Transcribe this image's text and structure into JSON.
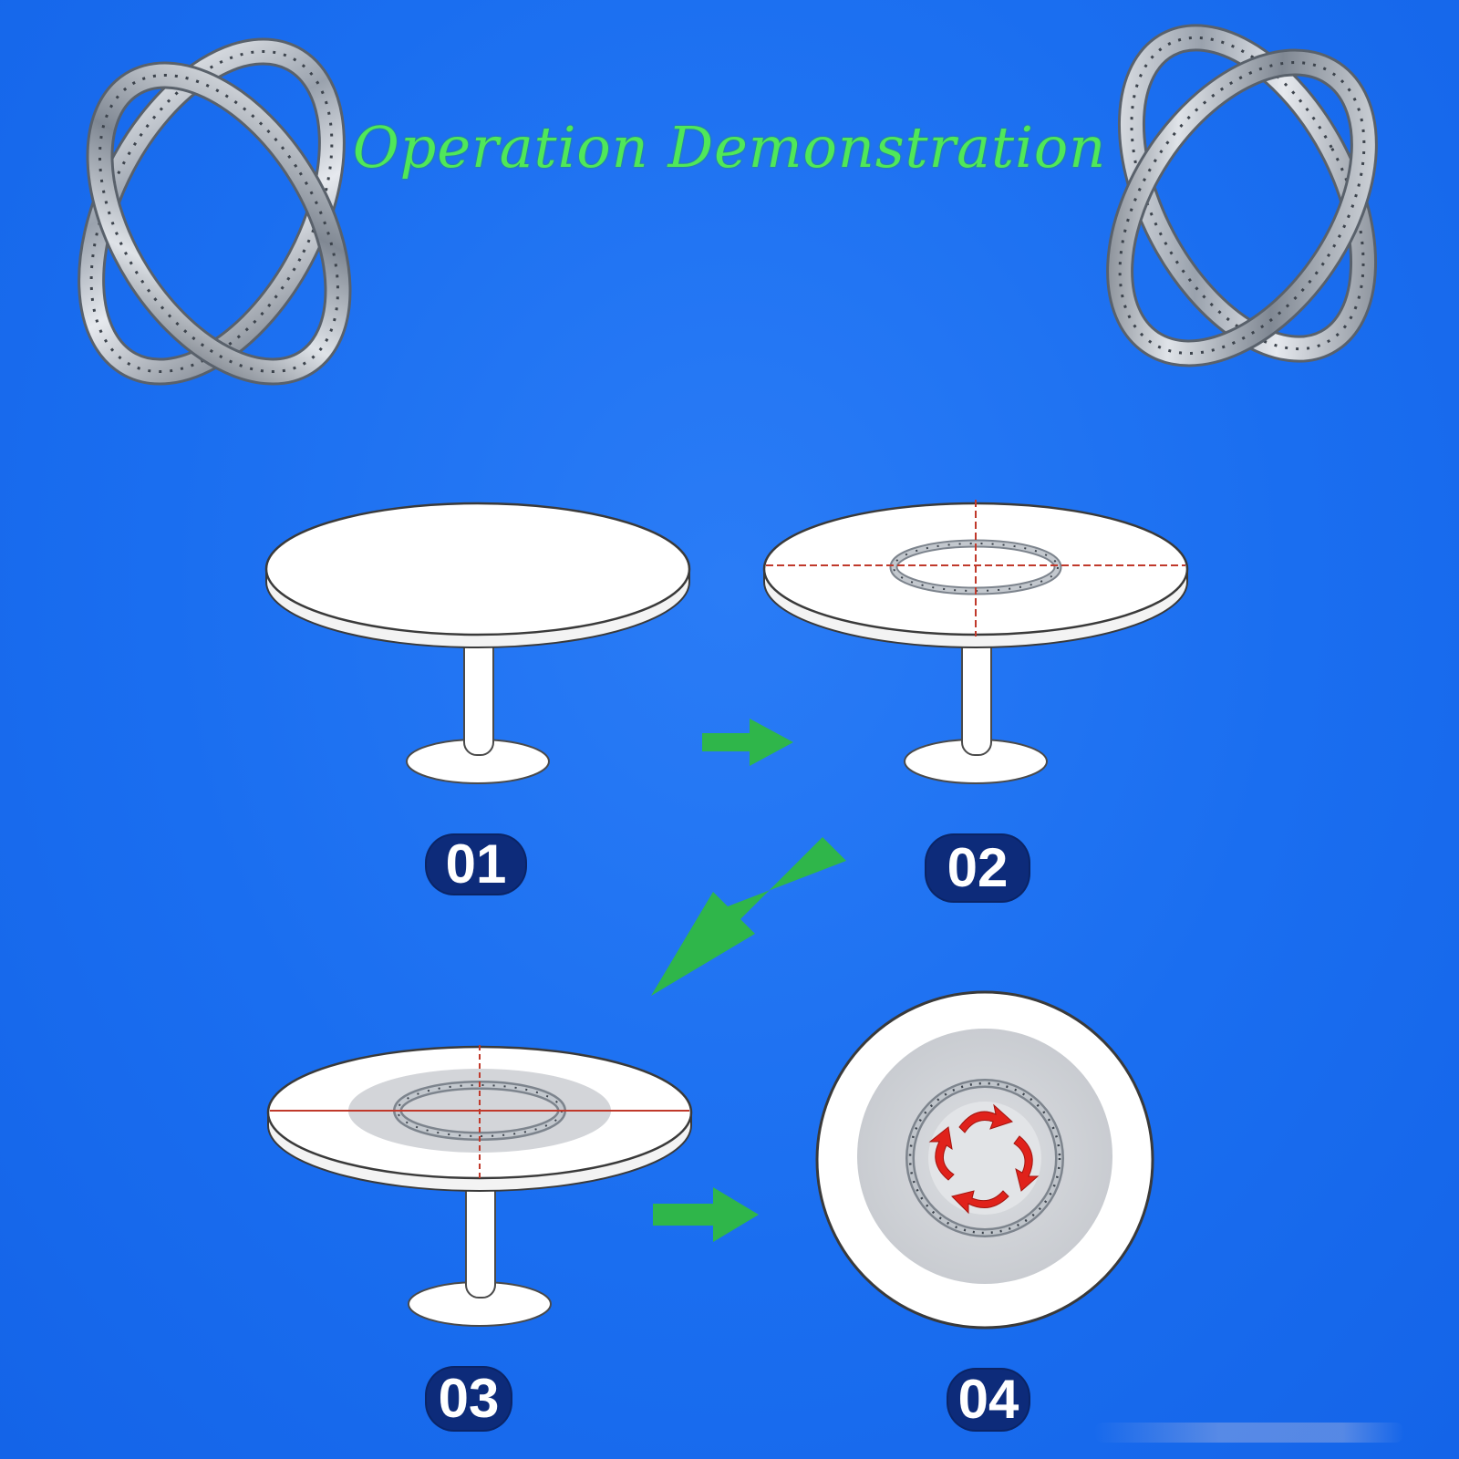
{
  "header": {
    "title": "Operation Demonstration"
  },
  "steps": [
    {
      "number": "01",
      "label_icon": "table-plain-icon"
    },
    {
      "number": "02",
      "label_icon": "table-marked-center-icon"
    },
    {
      "number": "03",
      "label_icon": "table-with-ring-icon"
    },
    {
      "number": "04",
      "label_icon": "rotating-turntable-top-icon"
    }
  ],
  "decorations": {
    "left_logo": "interlocking-rings-icon",
    "right_logo": "interlocking-rings-icon",
    "arrow_icon": "green-arrow-icon"
  },
  "colors": {
    "background": "#1a6ff2",
    "title": "#4fe85a",
    "arrow": "#2fb64a",
    "badge": "#0d2b7a",
    "guide_line": "#c0392b",
    "rotation_arrow": "#e0221b"
  }
}
